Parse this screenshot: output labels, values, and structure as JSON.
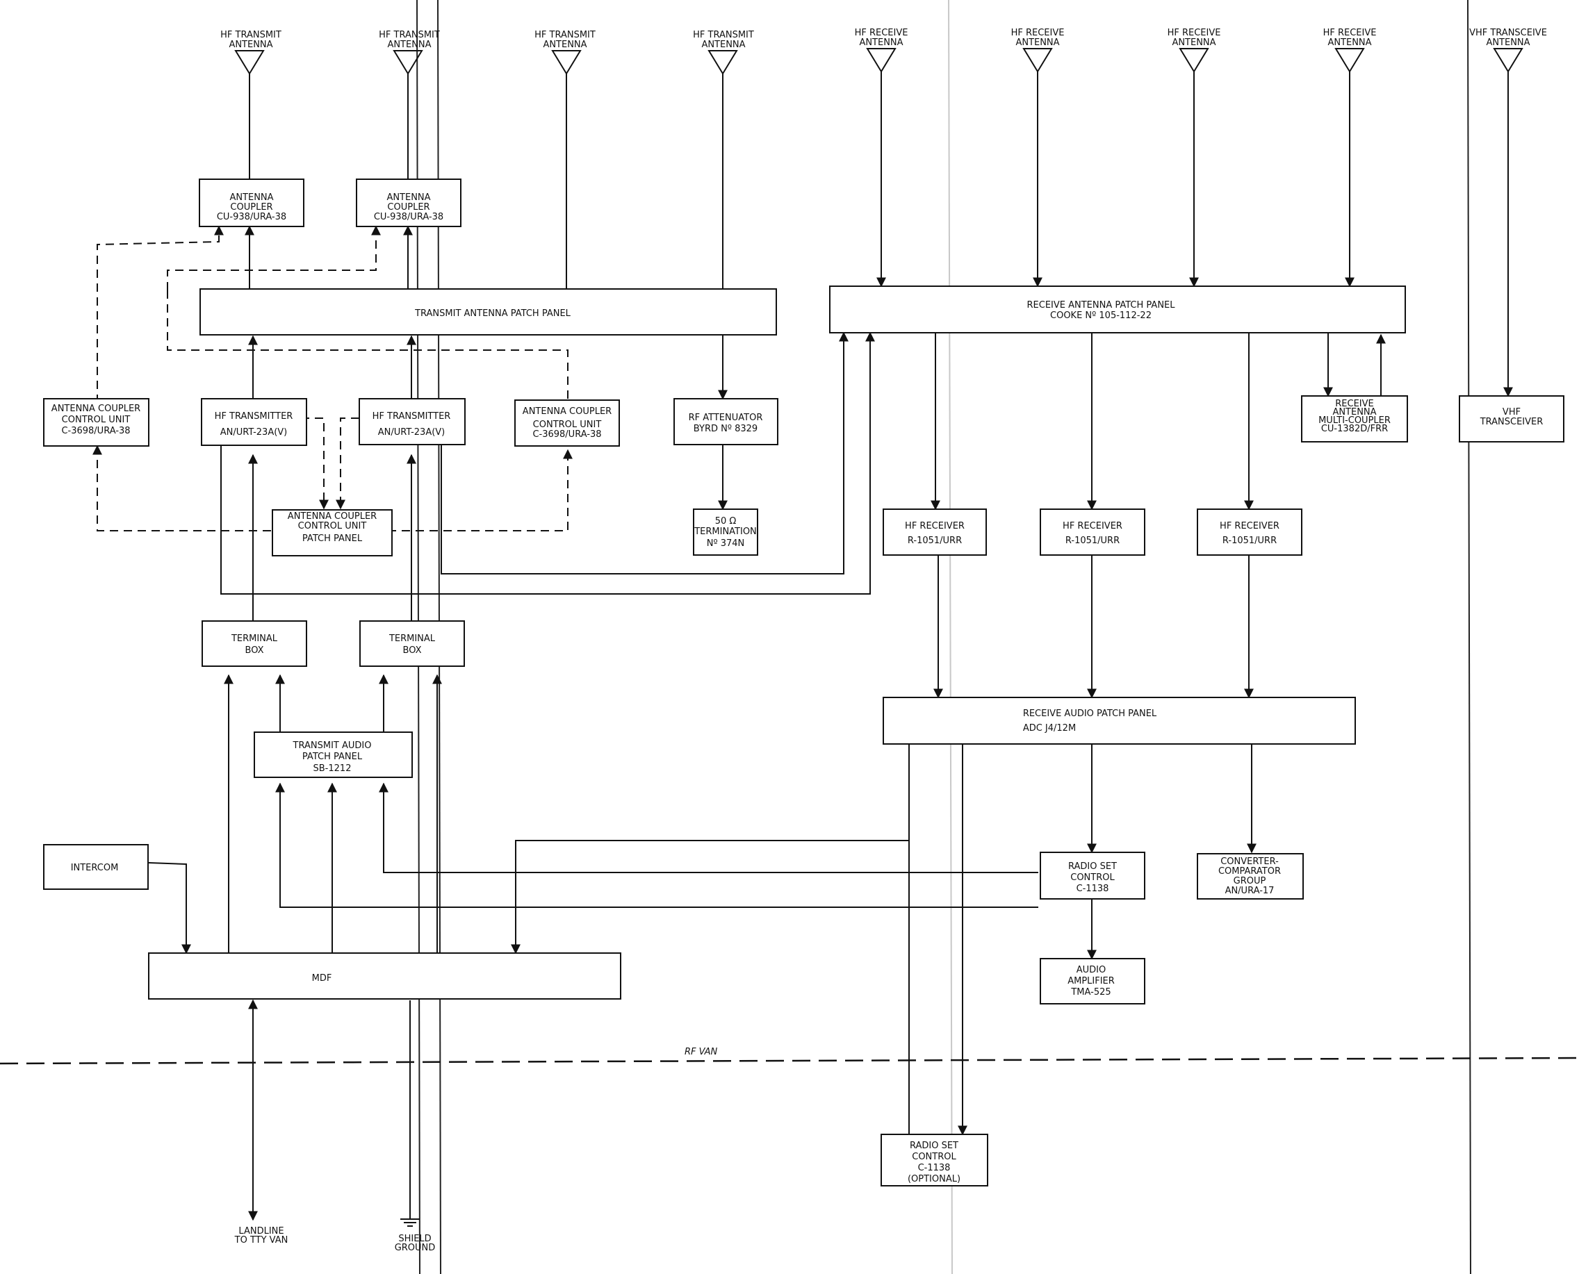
{
  "antennas": [
    {
      "id": "a1",
      "lines": [
        "HF TRANSMIT",
        "ANTENNA"
      ]
    },
    {
      "id": "a2",
      "lines": [
        "HF TRANSMIT",
        "ANTENNA"
      ]
    },
    {
      "id": "a3",
      "lines": [
        "HF TRANSMIT",
        "ANTENNA"
      ]
    },
    {
      "id": "a4",
      "lines": [
        "HF TRANSMIT",
        "ANTENNA"
      ]
    },
    {
      "id": "a5",
      "lines": [
        "HF RECEIVE",
        "ANTENNA"
      ]
    },
    {
      "id": "a6",
      "lines": [
        "HF RECEIVE",
        "ANTENNA"
      ]
    },
    {
      "id": "a7",
      "lines": [
        "HF RECEIVE",
        "ANTENNA"
      ]
    },
    {
      "id": "a8",
      "lines": [
        "HF RECEIVE",
        "ANTENNA"
      ]
    },
    {
      "id": "a9",
      "lines": [
        "VHF TRANSCEIVE",
        "ANTENNA"
      ]
    }
  ],
  "blocks": {
    "coupler1": {
      "lines": [
        "ANTENNA",
        "COUPLER",
        "CU-938/URA-38"
      ]
    },
    "coupler2": {
      "lines": [
        "ANTENNA",
        "COUPLER",
        "CU-938/URA-38"
      ]
    },
    "tx_patch": {
      "lines": [
        "TRANSMIT ANTENNA PATCH PANEL"
      ]
    },
    "rx_patch": {
      "lines": [
        "RECEIVE ANTENNA PATCH PANEL",
        "COOKE Nº 105-112-22"
      ]
    },
    "accu_left": {
      "lines": [
        "ANTENNA COUPLER",
        "CONTROL UNIT",
        "C-3698/URA-38"
      ]
    },
    "hf_tx1": {
      "lines": [
        "HF TRANSMITTER",
        "AN/URT-23A(V)"
      ]
    },
    "hf_tx2": {
      "lines": [
        "HF TRANSMITTER",
        "AN/URT-23A(V)"
      ]
    },
    "accu_right": {
      "lines": [
        "ANTENNA COUPLER",
        "CONTROL UNIT",
        "C-3698/URA-38"
      ]
    },
    "rf_atten": {
      "lines": [
        "RF ATTENUATOR",
        "BYRD Nº 8329"
      ]
    },
    "termination": {
      "lines": [
        "50 Ω",
        "TERMINATION",
        "Nº 374N"
      ]
    },
    "rx_multicoupler": {
      "lines": [
        "RECEIVE",
        "ANTENNA",
        "MULTI-COUPLER",
        "CU-1382D/FRR"
      ]
    },
    "vhf_transceiver": {
      "lines": [
        "VHF",
        "TRANSCEIVER"
      ]
    },
    "accu_patch": {
      "lines": [
        "ANTENNA COUPLER",
        "CONTROL UNIT",
        "PATCH PANEL"
      ]
    },
    "hf_rx1": {
      "lines": [
        "HF RECEIVER",
        "R-1051/URR"
      ]
    },
    "hf_rx2": {
      "lines": [
        "HF RECEIVER",
        "R-1051/URR"
      ]
    },
    "hf_rx3": {
      "lines": [
        "HF RECEIVER",
        "R-1051/URR"
      ]
    },
    "term_box1": {
      "lines": [
        "TERMINAL",
        "BOX"
      ]
    },
    "term_box2": {
      "lines": [
        "TERMINAL",
        "BOX"
      ]
    },
    "rx_audio_patch": {
      "lines": [
        "RECEIVE AUDIO PATCH PANEL",
        "ADC J4/12M"
      ]
    },
    "tx_audio_patch": {
      "lines": [
        "TRANSMIT AUDIO",
        "PATCH PANEL",
        "SB-1212"
      ]
    },
    "intercom": {
      "lines": [
        "INTERCOM"
      ]
    },
    "radio_set_ctrl": {
      "lines": [
        "RADIO SET",
        "CONTROL",
        "C-1138"
      ]
    },
    "converter": {
      "lines": [
        "CONVERTER-",
        "COMPARATOR",
        "GROUP",
        "AN/URA-17"
      ]
    },
    "mdf": {
      "lines": [
        "MDF"
      ]
    },
    "audio_amp": {
      "lines": [
        "AUDIO",
        "AMPLIFIER",
        "TMA-525"
      ]
    },
    "radio_set_opt": {
      "lines": [
        "RADIO SET",
        "CONTROL",
        "C-1138",
        "(OPTIONAL)"
      ]
    }
  },
  "labels": {
    "rf_van": "RF VAN",
    "landline": [
      "LANDLINE",
      "TO TTY VAN"
    ],
    "shield": [
      "SHIELD",
      "GROUND"
    ]
  }
}
